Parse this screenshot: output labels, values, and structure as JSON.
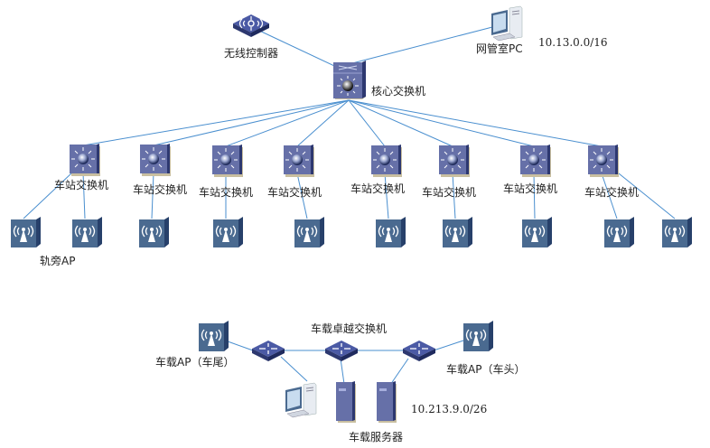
{
  "diagram": {
    "type": "network-topology",
    "core": {
      "wireless_controller": {
        "label": "无线控制器",
        "icon": "wireless-controller-icon"
      },
      "nms_pc": {
        "label": "网管室PC",
        "icon": "workstation-icon",
        "subnet": "10.13.0.0/16"
      },
      "core_switch": {
        "label": "核心交换机",
        "icon": "core-switch-icon"
      }
    },
    "station_switches": [
      {
        "label": "车站交换机",
        "aps": 2
      },
      {
        "label": "车站交换机",
        "aps": 1
      },
      {
        "label": "车站交换机",
        "aps": 1
      },
      {
        "label": "车站交换机",
        "aps": 1
      },
      {
        "label": "车站交换机",
        "aps": 1
      },
      {
        "label": "车站交换机",
        "aps": 1
      },
      {
        "label": "车站交换机",
        "aps": 1
      },
      {
        "label": "车站交换机",
        "aps": 2
      }
    ],
    "trackside_ap_label": "轨旁AP",
    "onboard": {
      "switch_label": "车载卓越交换机",
      "ap_tail_label": "车载AP（车尾）",
      "ap_head_label": "车载AP（车头）",
      "server_label": "车载服务器",
      "subnet": "10.213.9.0/26"
    },
    "colors": {
      "link": "#4a8fcf",
      "device_face": "#6670a8",
      "device_dark": "#2d3870",
      "ap_face": "#4a6a90"
    }
  }
}
